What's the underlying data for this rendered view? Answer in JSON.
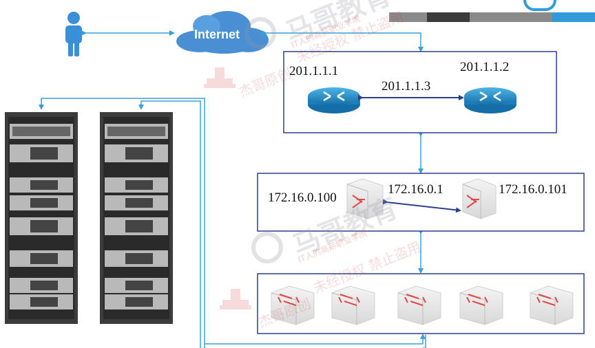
{
  "internet": {
    "label": "Internet"
  },
  "routers": {
    "r1_ip": "201.1.1.1",
    "r2_ip": "201.1.1.2",
    "vip": "201.1.1.3"
  },
  "core_switches": {
    "s1_ip": "172.16.0.100",
    "s2_ip": "172.16.0.101",
    "vip": "172.16.0.1"
  },
  "watermark": {
    "brand": "马哥教育",
    "subtitle": "IT人的高薪职业学院",
    "notice_1": "杰哥原创",
    "notice_2": "未经授权 禁止盗用"
  },
  "colors": {
    "link": "#3a9fd8",
    "box_border": "#2b3f8f",
    "cloud": "#4a8fd4",
    "router": "#1f8fc8",
    "switch_arrow": "#e0484a",
    "server": "#3c3c3c",
    "user": "#3a8fd6"
  }
}
